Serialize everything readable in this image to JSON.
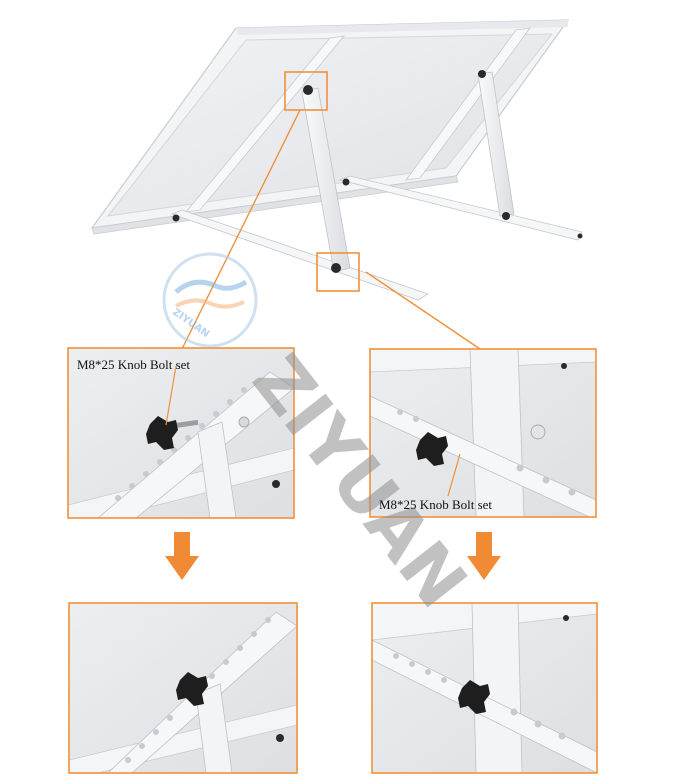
{
  "labels": {
    "left_top": "M8*25 Knob Bolt set",
    "right_top": "M8*25 Knob Bolt set"
  },
  "watermark": {
    "text": "ZIYUAN",
    "logo_text": "ZIYUAN"
  },
  "colors": {
    "accent_orange": "#F0913A",
    "arrow_orange": "#F08A35",
    "panel_fill": "#E9EBEE",
    "frame_fill": "#F4F5F6",
    "rail_fill": "#F2F3F4",
    "knob_fill": "#1E1E1E",
    "watermark_gray": "#9A9A9A"
  },
  "icons": {
    "arrow_left": "arrow-down-icon",
    "arrow_right": "arrow-down-icon"
  }
}
